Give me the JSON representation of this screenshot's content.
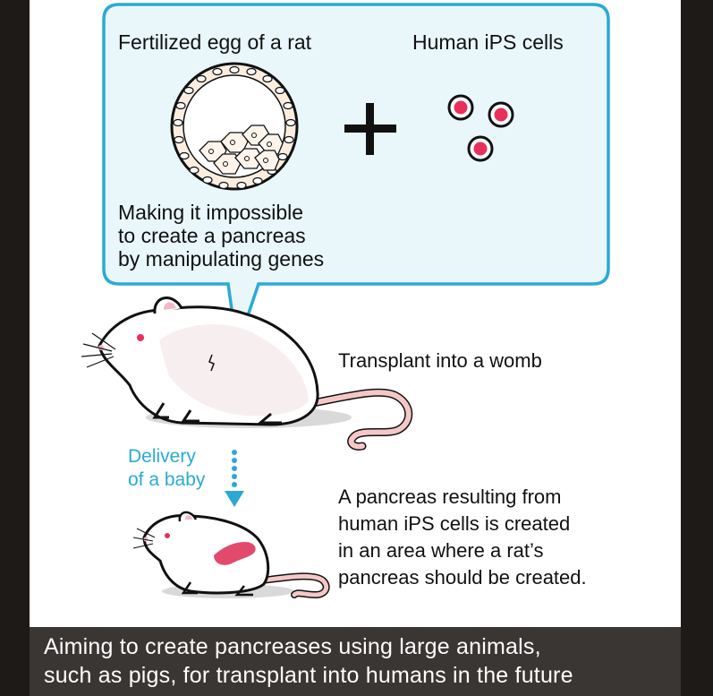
{
  "bubble": {
    "left_label": "Fertilized egg of a rat",
    "right_label": "Human iPS cells",
    "note": [
      "Making it impossible",
      "to create a pancreas",
      "by manipulating genes"
    ]
  },
  "steps": {
    "transplant": "Transplant into a womb",
    "delivery": [
      "Delivery",
      "of a baby"
    ],
    "result": [
      "A pancreas resulting from",
      "human iPS cells is created",
      "in an area where a rat’s",
      "pancreas should be created."
    ]
  },
  "caption": {
    "line1": "Aiming to create pancreases using large animals,",
    "line2": "such as pigs, for transplant into humans in the future"
  },
  "colors": {
    "accent": "#2aaad3",
    "bubble_fill": "#e9f7fb",
    "ips_cell": "#e8305a",
    "pancreas": "#e24a6c",
    "rat_body": "#ffffff",
    "caption_bg": "#3a3634"
  },
  "icons": [
    "fertilized-egg-icon",
    "plus-icon",
    "ips-cell-icon",
    "adult-rat-icon",
    "baby-rat-icon",
    "down-arrow-icon"
  ]
}
